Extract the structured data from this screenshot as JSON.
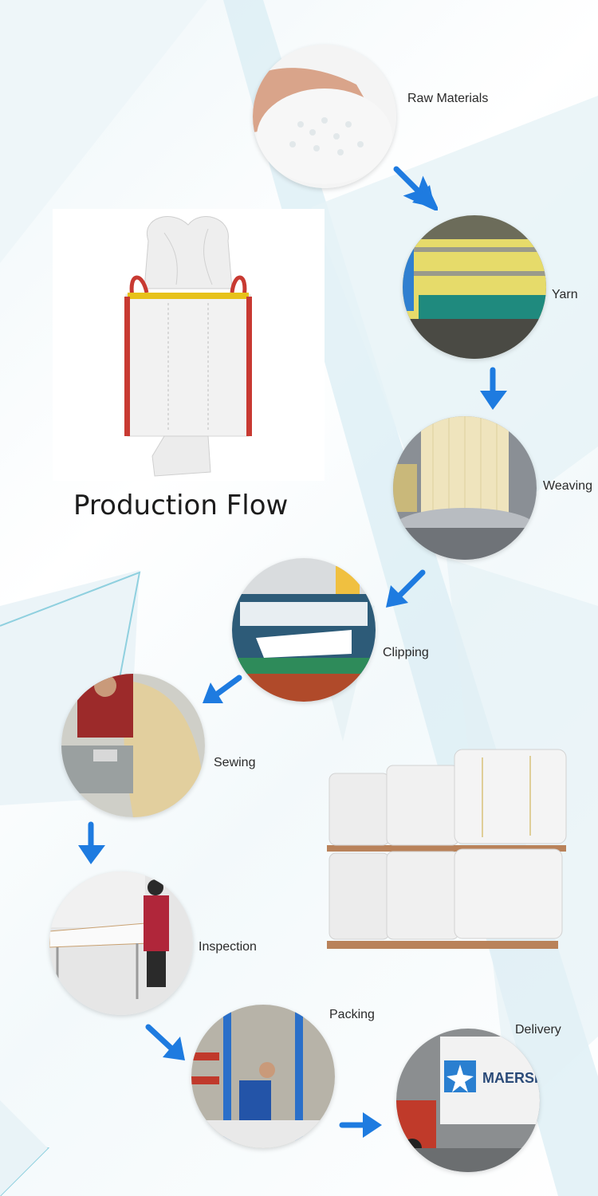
{
  "title": "Production Flow",
  "steps": [
    {
      "label": "Raw Materials"
    },
    {
      "label": "Yarn"
    },
    {
      "label": "Weaving"
    },
    {
      "label": "Clipping"
    },
    {
      "label": "Sewing"
    },
    {
      "label": "Inspection"
    },
    {
      "label": "Packing"
    },
    {
      "label": "Delivery"
    }
  ],
  "truck_brand": "MAERSK",
  "colors": {
    "arrow": "#1e7be0",
    "accent_bg": "#cfe7ef"
  }
}
